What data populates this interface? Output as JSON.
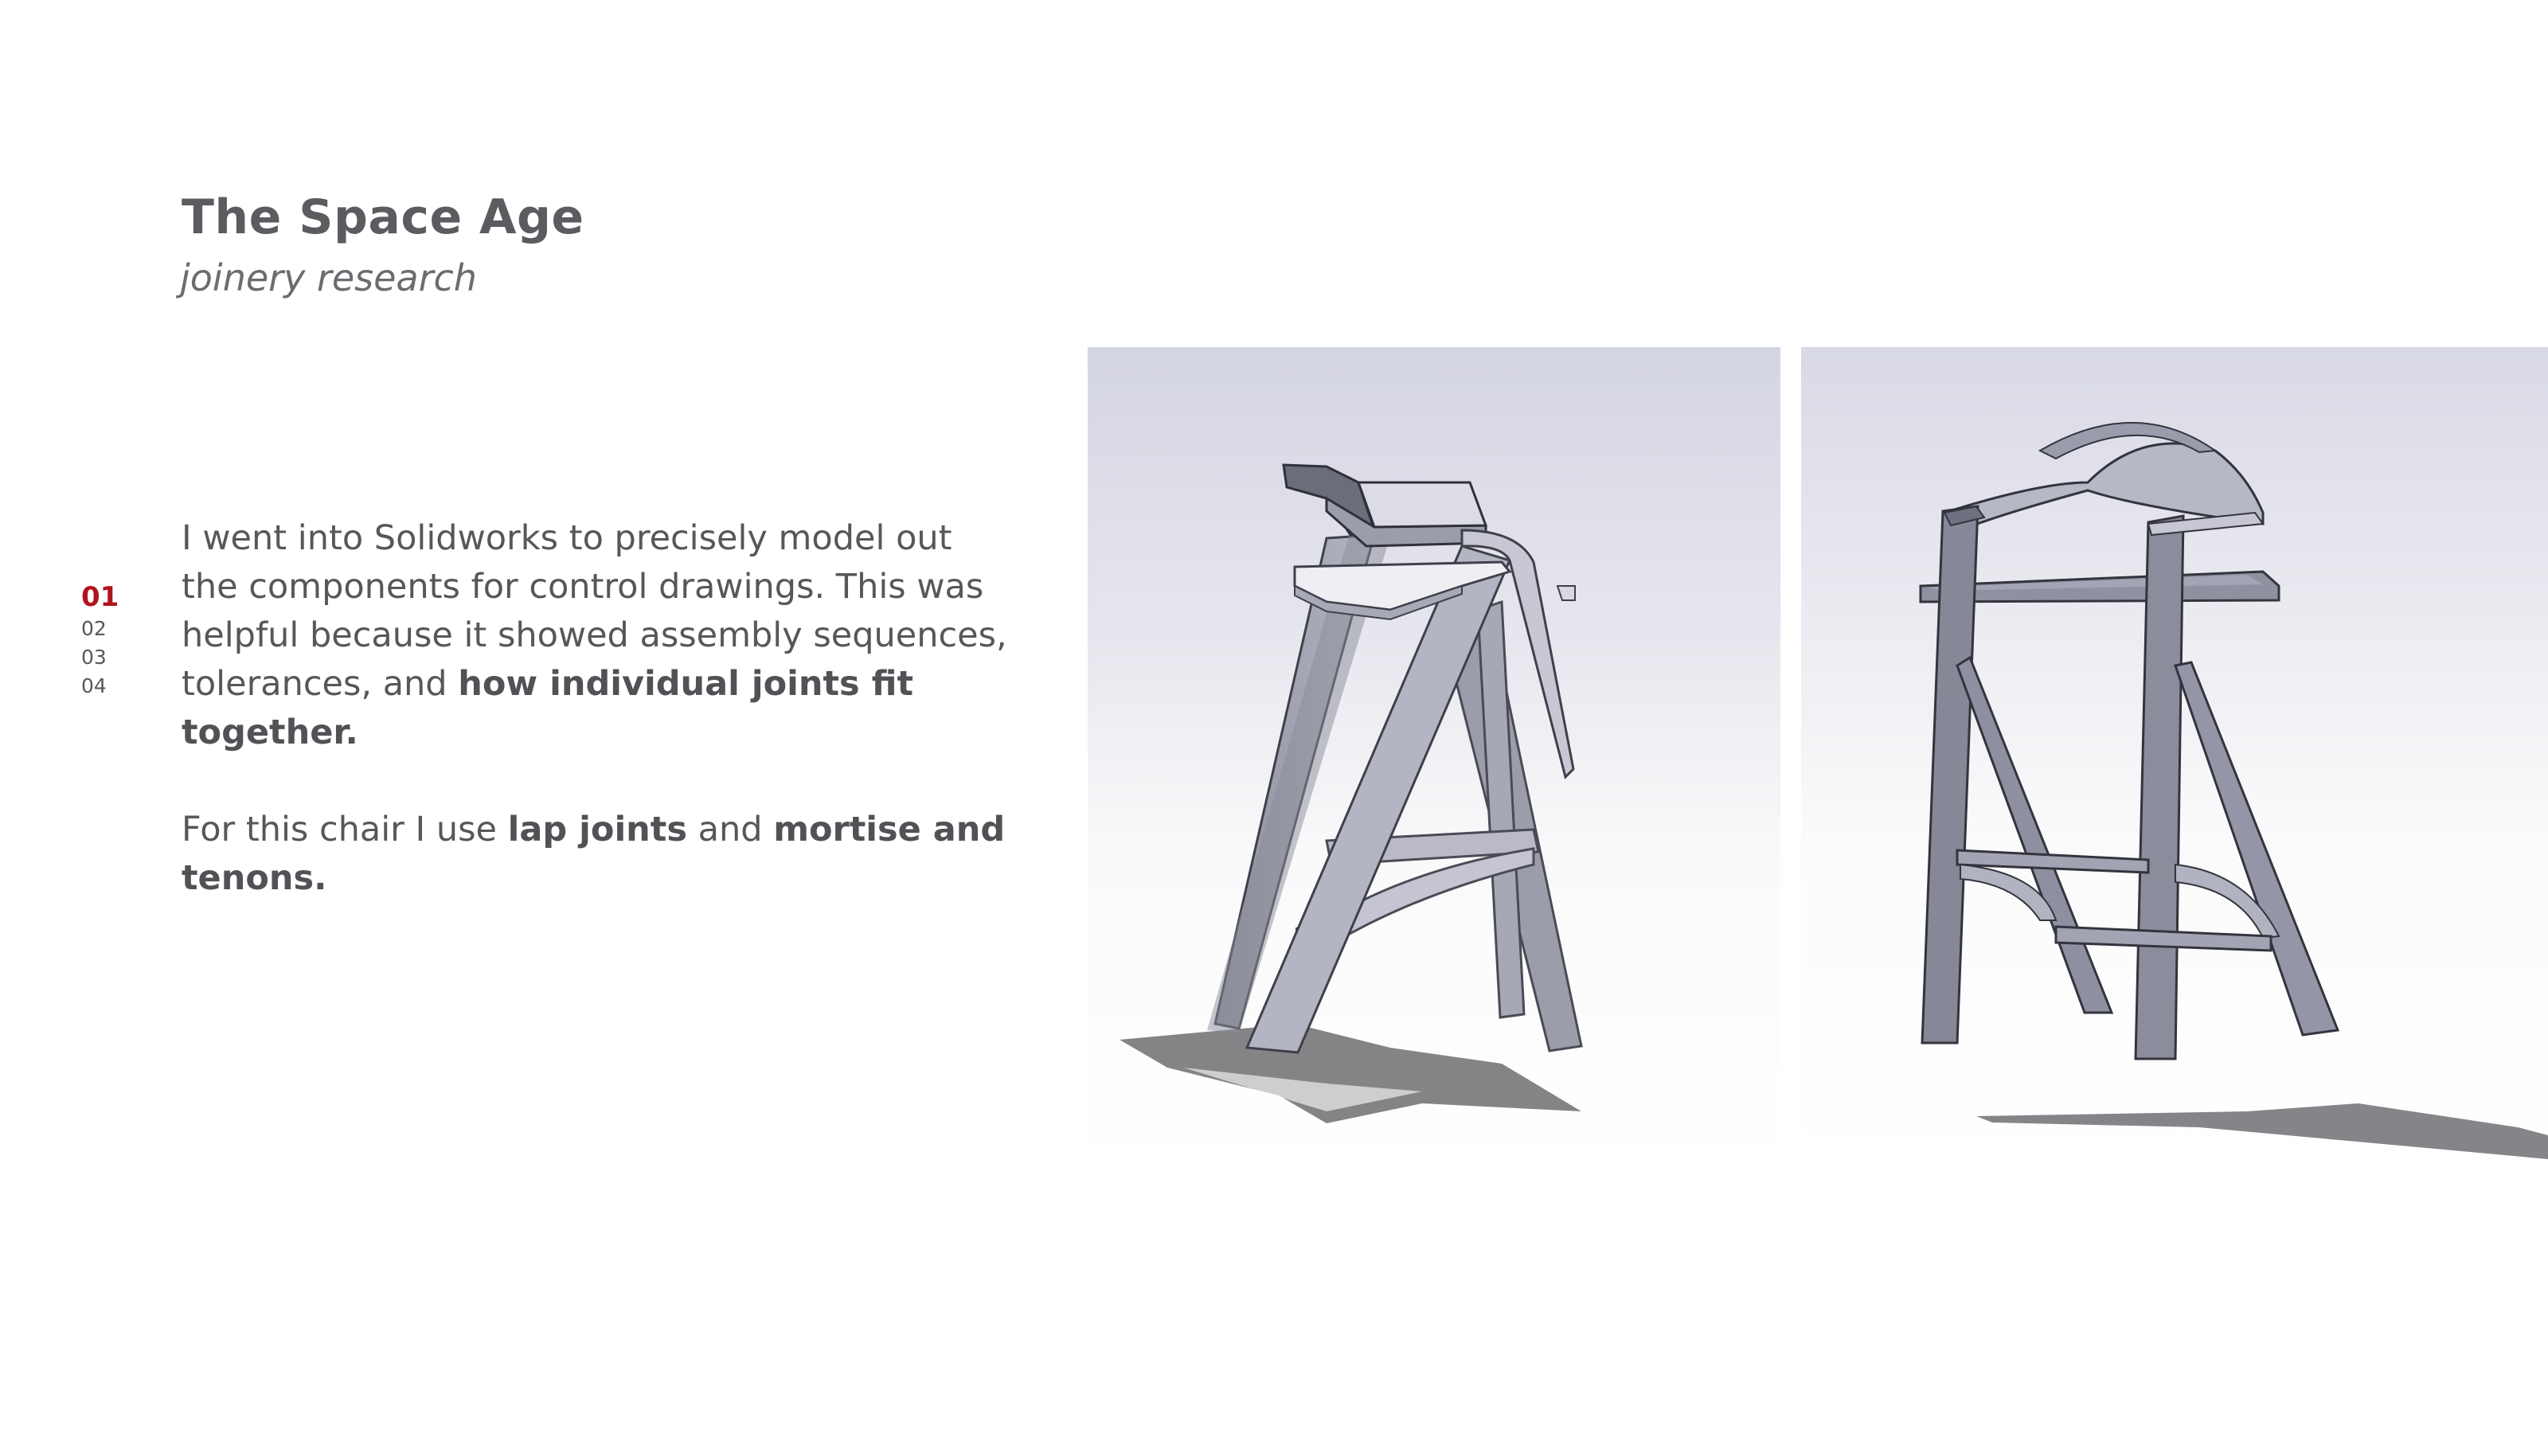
{
  "header": {
    "title": "The Space Age",
    "subtitle": "joinery research"
  },
  "page_nav": {
    "items": [
      "01",
      "02",
      "03",
      "04"
    ],
    "active": "01",
    "active_color": "#b1121d"
  },
  "body": {
    "p1_a": "I went into Solidworks to precisely model out the components for control drawings. This was helpful because it showed assembly sequences, tolerances, and ",
    "p1_b": "how individual joints fit together.",
    "p2_a": "For this chair I use ",
    "p2_b": "lap joints",
    "p2_c": " and ",
    "p2_d": "mortise and tenons."
  },
  "images": [
    {
      "name": "stool-render-perspective",
      "subject": "bar stool CAD render, three-quarter view"
    },
    {
      "name": "stool-render-front",
      "subject": "bar stool CAD render, front view"
    }
  ]
}
